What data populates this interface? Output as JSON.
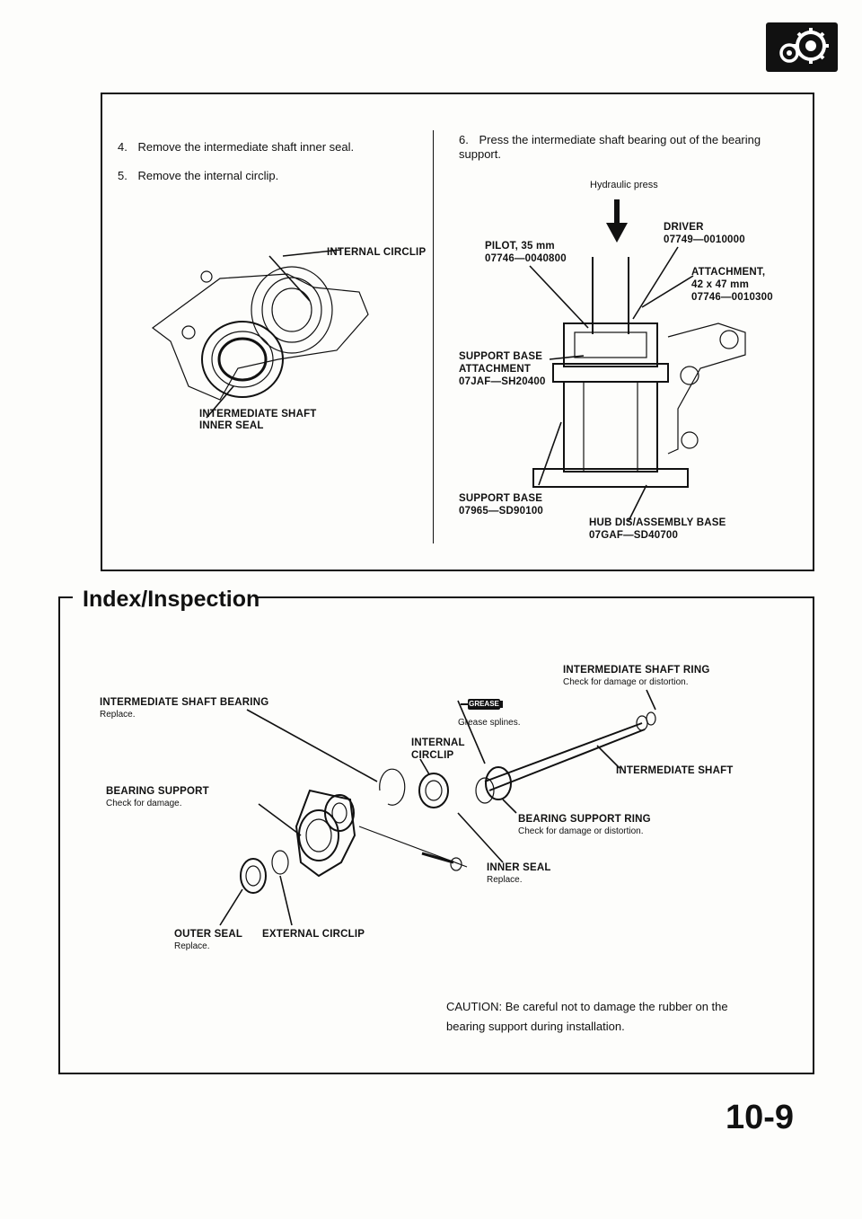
{
  "top_section": {
    "step4": {
      "number": "4.",
      "text": "Remove the intermediate shaft inner seal."
    },
    "step5": {
      "number": "5.",
      "text": "Remove the internal circlip."
    },
    "step6": {
      "number": "6.",
      "text": "Press the intermediate shaft bearing out of the bearing support."
    },
    "fig_left_labels": {
      "internal_circlip": "INTERNAL CIRCLIP",
      "inner_seal_line1": "INTERMEDIATE SHAFT",
      "inner_seal_line2": "INNER SEAL"
    },
    "fig_right_labels": {
      "hydraulic_press": "Hydraulic press",
      "driver_name": "DRIVER",
      "driver_code": "07749—0010000",
      "pilot_name": "PILOT, 35 mm",
      "pilot_code": "07746—0040800",
      "attachment_name": "ATTACHMENT,",
      "attachment_size": "42 x 47 mm",
      "attachment_code": "07746—0010300",
      "support_base_attachment_line1": "SUPPORT BASE",
      "support_base_attachment_line2": "ATTACHMENT",
      "support_base_attachment_code": "07JAF—SH20400",
      "support_base_name": "SUPPORT BASE",
      "support_base_code": "07965—SD90100",
      "hub_base_name": "HUB DIS/ASSEMBLY BASE",
      "hub_base_code": "07GAF—SD40700"
    }
  },
  "index_section": {
    "title": "Index/Inspection",
    "labels": {
      "shaft_ring_name": "INTERMEDIATE SHAFT RING",
      "shaft_ring_note": "Check for damage or distortion.",
      "shaft_bearing_name": "INTERMEDIATE SHAFT BEARING",
      "shaft_bearing_note": "Replace.",
      "grease_badge": "GREASE",
      "grease_note": "Grease splines.",
      "internal_circlip_line1": "INTERNAL",
      "internal_circlip_line2": "CIRCLIP",
      "intermediate_shaft": "INTERMEDIATE SHAFT",
      "bearing_support_name": "BEARING SUPPORT",
      "bearing_support_note": "Check for damage.",
      "support_ring_name": "BEARING SUPPORT RING",
      "support_ring_note": "Check for damage or distortion.",
      "inner_seal_name": "INNER SEAL",
      "inner_seal_note": "Replace.",
      "outer_seal_name": "OUTER SEAL",
      "outer_seal_note": "Replace.",
      "external_circlip": "EXTERNAL CIRCLIP"
    },
    "caution_line1": "CAUTION: Be careful not to damage the rubber on the",
    "caution_line2": "bearing support during installation."
  },
  "page_number": "10-9"
}
